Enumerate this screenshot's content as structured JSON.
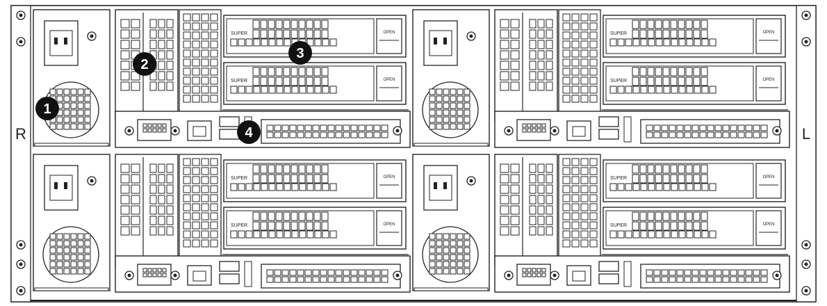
{
  "side_labels": {
    "left": "R",
    "right": "L"
  },
  "drive_brand": "SUPER",
  "drive_tag": "OPEN",
  "callouts": [
    {
      "id": "1",
      "target": "power-supply"
    },
    {
      "id": "2",
      "target": "expansion-slot"
    },
    {
      "id": "3",
      "target": "drive-bay"
    },
    {
      "id": "4",
      "target": "io-ports"
    }
  ],
  "colors": {
    "line": "#222222",
    "fill": "#ffffff",
    "callout": "#111111"
  }
}
